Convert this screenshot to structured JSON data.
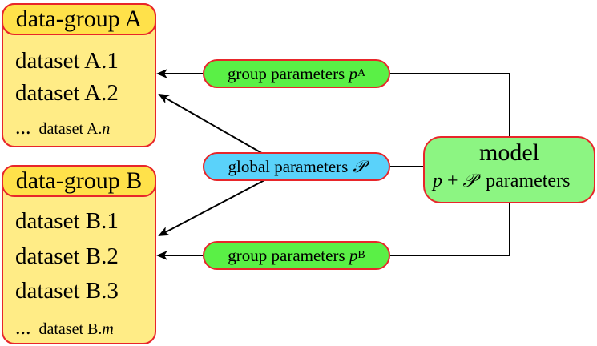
{
  "group_a": {
    "title": "data-group A",
    "datasets": [
      "dataset A.1",
      "dataset A.2"
    ],
    "more": {
      "dots": "...",
      "prefix": "dataset A.",
      "var": "n"
    }
  },
  "group_b": {
    "title": "data-group B",
    "datasets": [
      "dataset B.1",
      "dataset B.2",
      "dataset B.3"
    ],
    "more": {
      "dots": "...",
      "prefix": "dataset B.",
      "var": "m"
    }
  },
  "params": {
    "group_a": {
      "label": "group parameters",
      "symbol": "p",
      "sub": "A"
    },
    "global": {
      "label": "global parameters",
      "symbol": "𝒫"
    },
    "group_b": {
      "label": "group parameters",
      "symbol": "p",
      "sub": "B"
    }
  },
  "model": {
    "title": "model",
    "formula": {
      "p": "p",
      "plus": "+",
      "P": "𝒫",
      "word": "parameters"
    }
  },
  "colors": {
    "border": "#e8262a",
    "group_fill": "#ffec86",
    "header_fill": "#ffe14a",
    "group_param_fill": "#5af046",
    "global_param_fill": "#5ad2fa",
    "model_fill": "#8cf582"
  }
}
